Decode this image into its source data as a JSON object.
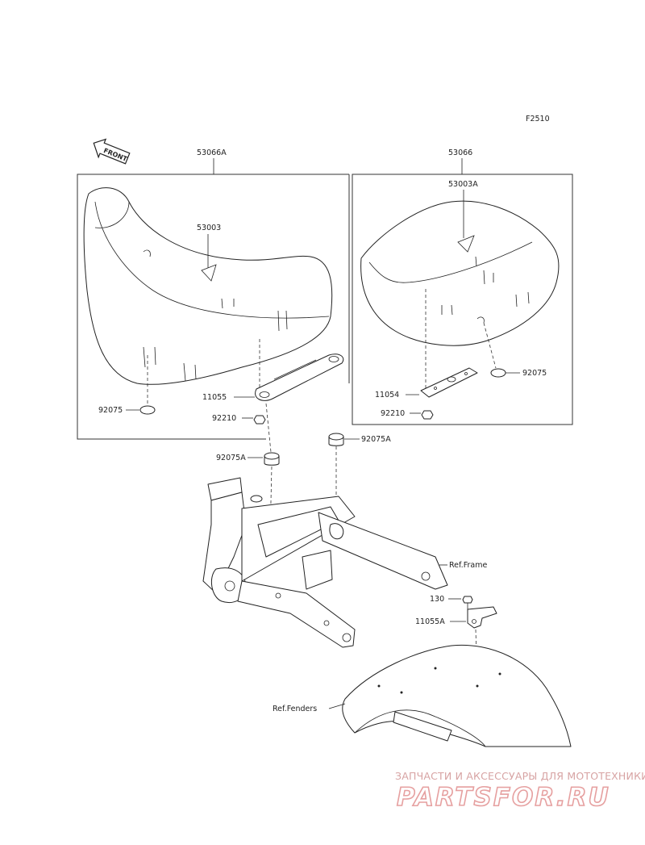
{
  "figure_code": "F2510",
  "front_arrow_text": "FRONT",
  "labels": {
    "seat_assy_a": "53066A",
    "seat_assy": "53066",
    "seat_part_53003": "53003",
    "seat_part_53003a": "53003A",
    "grommet_left": "92075",
    "grommet_right": "92075",
    "bracket_11055": "11055",
    "bracket_11054": "11054",
    "nut_left": "92210",
    "nut_right": "92210",
    "damper_left": "92075A",
    "damper_right": "92075A",
    "ref_frame": "Ref.Frame",
    "bolt_130": "130",
    "bracket_11055a": "11055A",
    "ref_fenders": "Ref.Fenders"
  },
  "watermark": {
    "tagline": "ЗАПЧАСТИ И АКСЕССУАРЫ ДЛЯ МОТОТЕХНИКИ",
    "brand": "PARTSFOR.RU"
  }
}
